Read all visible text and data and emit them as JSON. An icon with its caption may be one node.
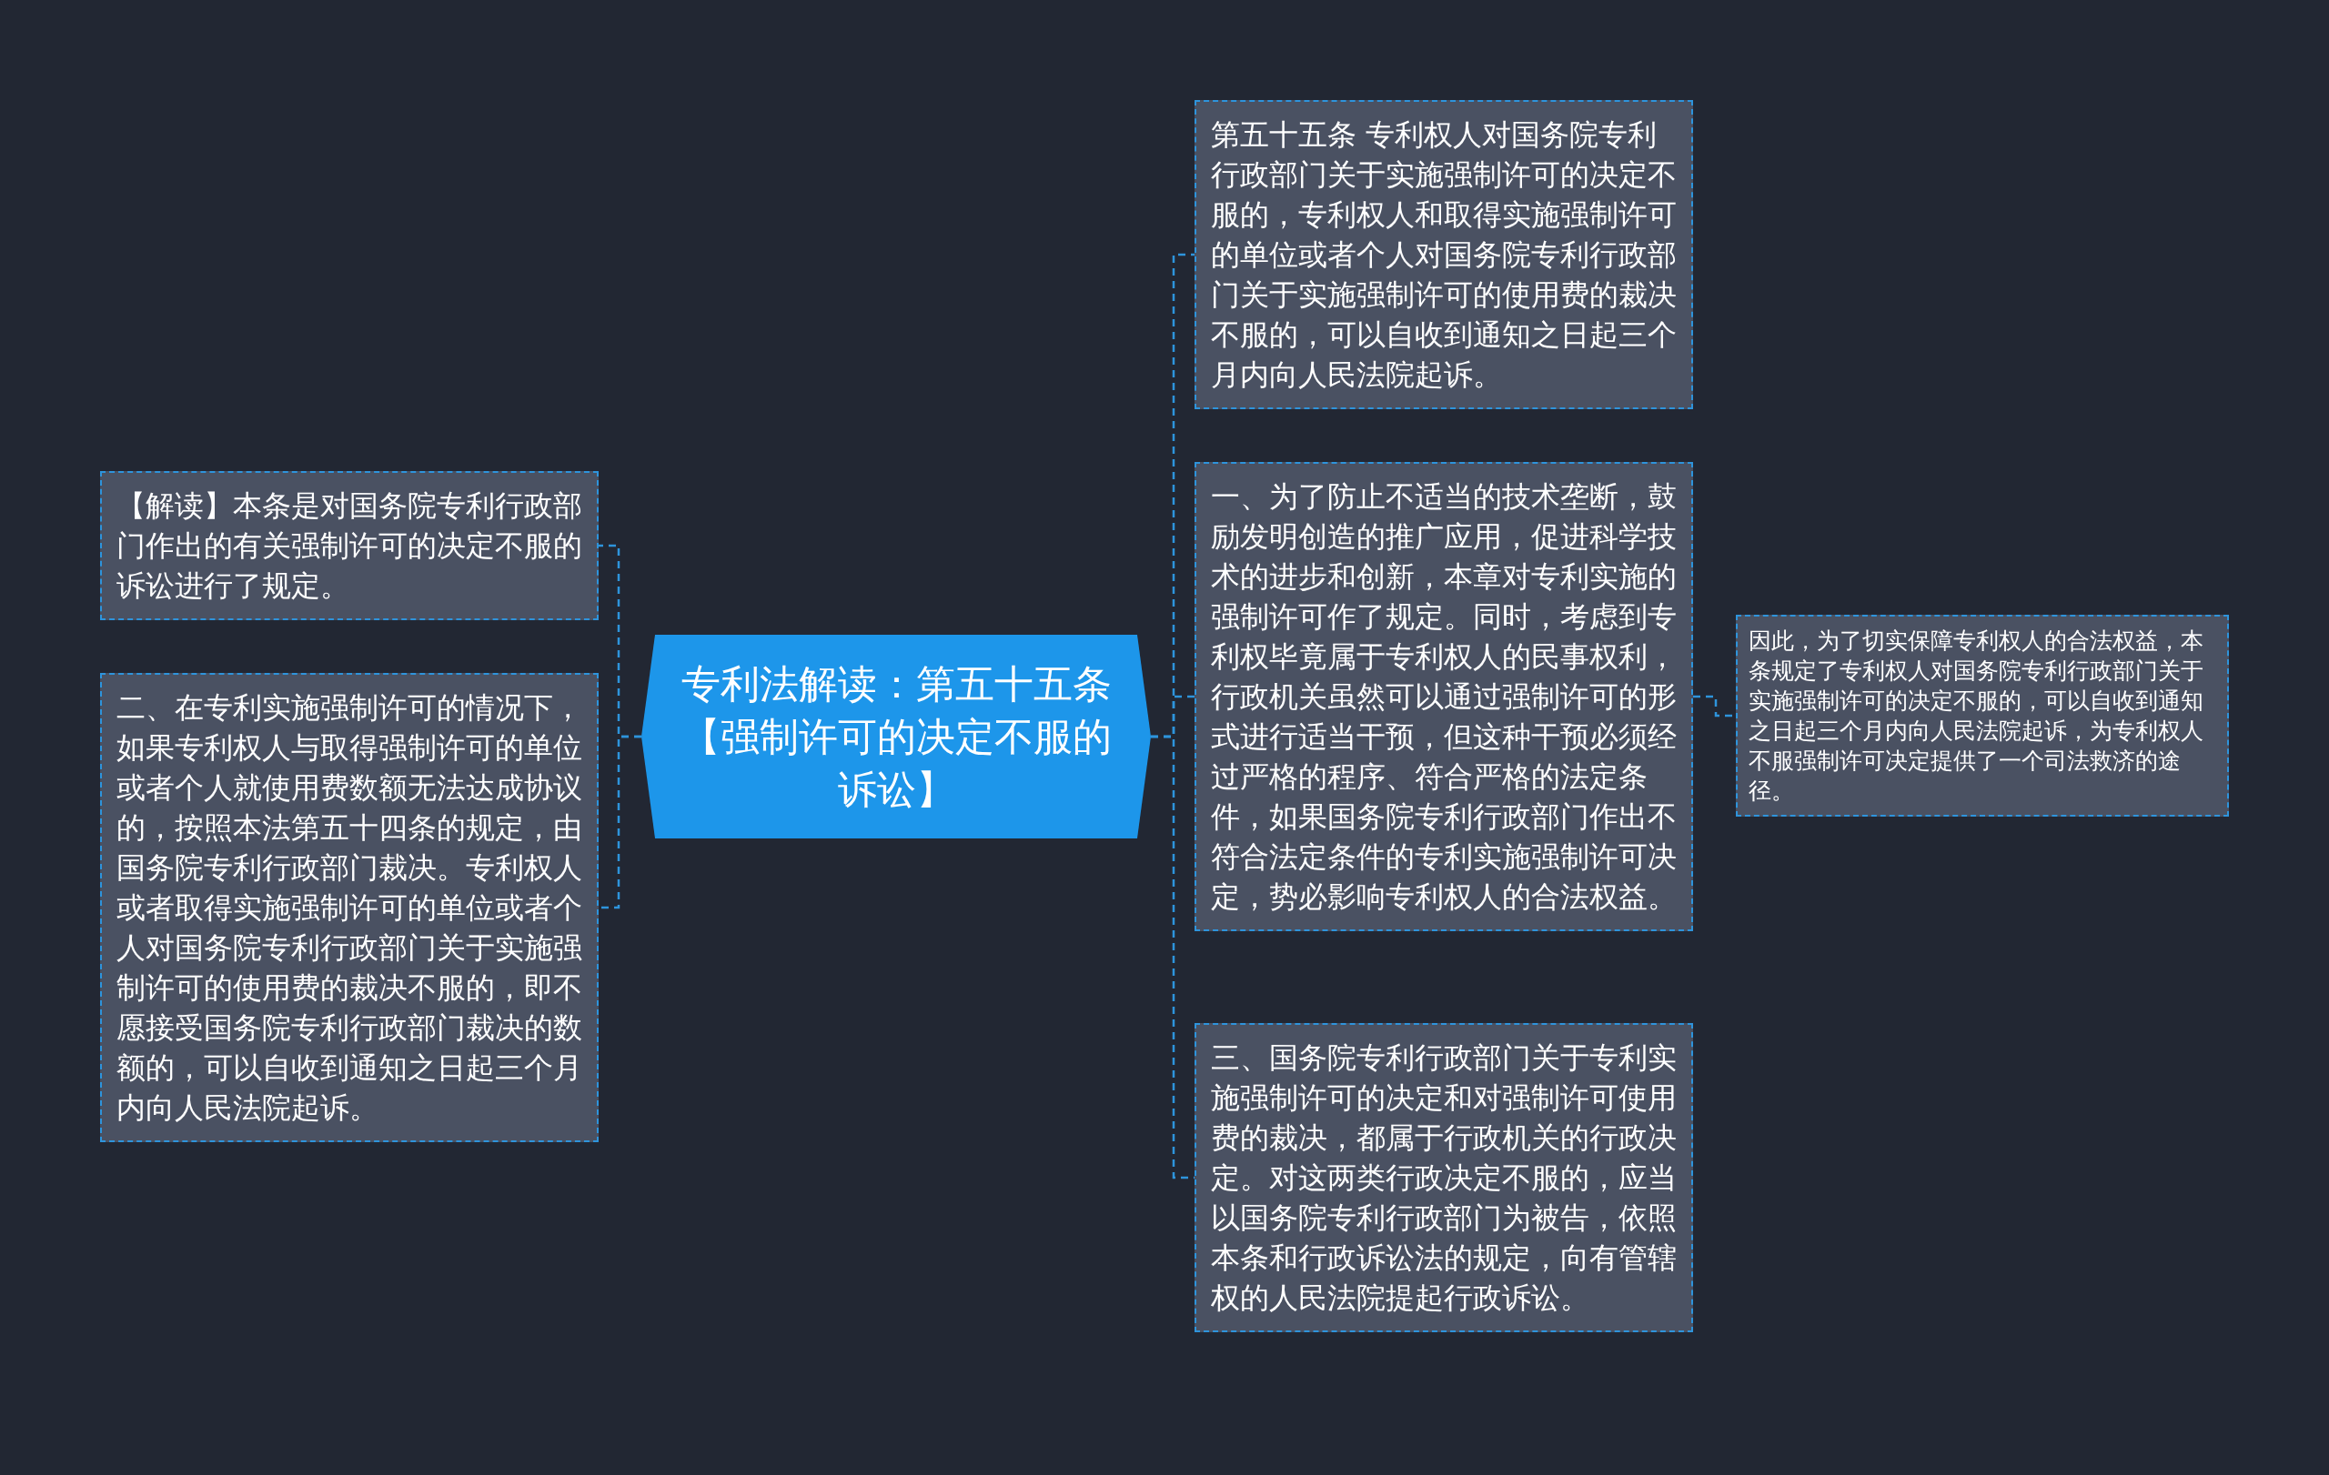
{
  "diagram": {
    "nodes": [
      {
        "text": [
          "专利法解读：第五十五条【强制许可的决定不服的诉讼】"
        ]
      },
      {
        "text": [
          "【解读】本条是对国务院专利行政部门作出的有关强制许可的决定不服的诉讼进行了规定。"
        ]
      },
      {
        "text": [
          "二、在专利实施强制许可的情况下，如果专利权人与取得强制许可的单位或者个人就使用费数额无法达成协议的，按照本法第五十四条的规定，由国务院专利行政部门裁决。专利权人或者取得实施强制许可的单位或者个人对国务院专利行政部门关于实施强制许可的使用费的裁决不服的，即不愿接受国务院专利行政部门裁决的数额的，可以自收到通知之日起三个月内向人民法院起诉。"
        ]
      },
      {
        "text": [
          "第五十五条 专利权人对国务院专利行政部门关于实施强制许可的决定不服的，专利权人和取得实施强制许可的单位或者个人对国务院专利行政部门关于实施强制许可的使用费的裁决不服的，可以自收到通知之日起三个月内向人民法院起诉。"
        ]
      },
      {
        "text": [
          "一、为了防止不适当的技术垄断，鼓励发明创造的推广应用，促进科学技术的进步和创新，本章对专利实施的强制许可作了规定。同时，考虑到专利权毕竟属于专利权人的民事权利，行政机关虽然可以通过强制许可的形式进行适当干预，但这种干预必须经过严格的程序、符合严格的法定条件，如果国务院专利行政部门作出不符合法定条件的专利实施强制许可决定，势必影响专利权人的合法权益。"
        ]
      },
      {
        "text": [
          "三、国务院专利行政部门关于专利实施强制许可的决定和对强制许可使用费的裁决，都属于行政机关的行政决定。对这两类行政决定不服的，应当以国务院专利行政部门为被告，依照本条和行政诉讼法的规定，向有管辖权的人民法院提起行政诉讼。"
        ]
      },
      {
        "text": [
          "因此，为了切实保障专利权人的合法权益，本条规定了专利权人对国务院专利行政部门关于实施强制许可的决定不服的，可以自收到通知之日起三个月内向人民法院起诉，为专利权人不服强制许可决定提供了一个司法救济的途径。"
        ]
      }
    ],
    "edges": [
      {
        "from": 0,
        "to": 1,
        "arrow": "none"
      },
      {
        "from": 0,
        "to": 2,
        "arrow": "none"
      },
      {
        "from": 0,
        "to": 3,
        "arrow": "none"
      },
      {
        "from": 0,
        "to": 4,
        "arrow": "none"
      },
      {
        "from": 0,
        "to": 5,
        "arrow": "none"
      },
      {
        "from": 4,
        "to": 6,
        "arrow": "none"
      }
    ]
  }
}
